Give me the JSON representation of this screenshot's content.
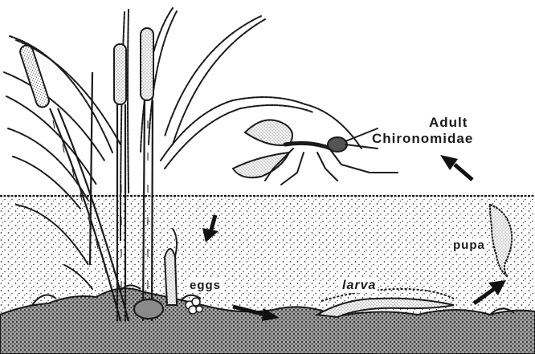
{
  "labels": {
    "adult": "Adult",
    "family": "Chironomidae",
    "pupa": "pupa",
    "eggs": "eggs",
    "larva": "larva"
  },
  "colors": {
    "ink": "#1a1a1a",
    "stipple": "#3a3a3a",
    "paper": "#ffffff"
  }
}
